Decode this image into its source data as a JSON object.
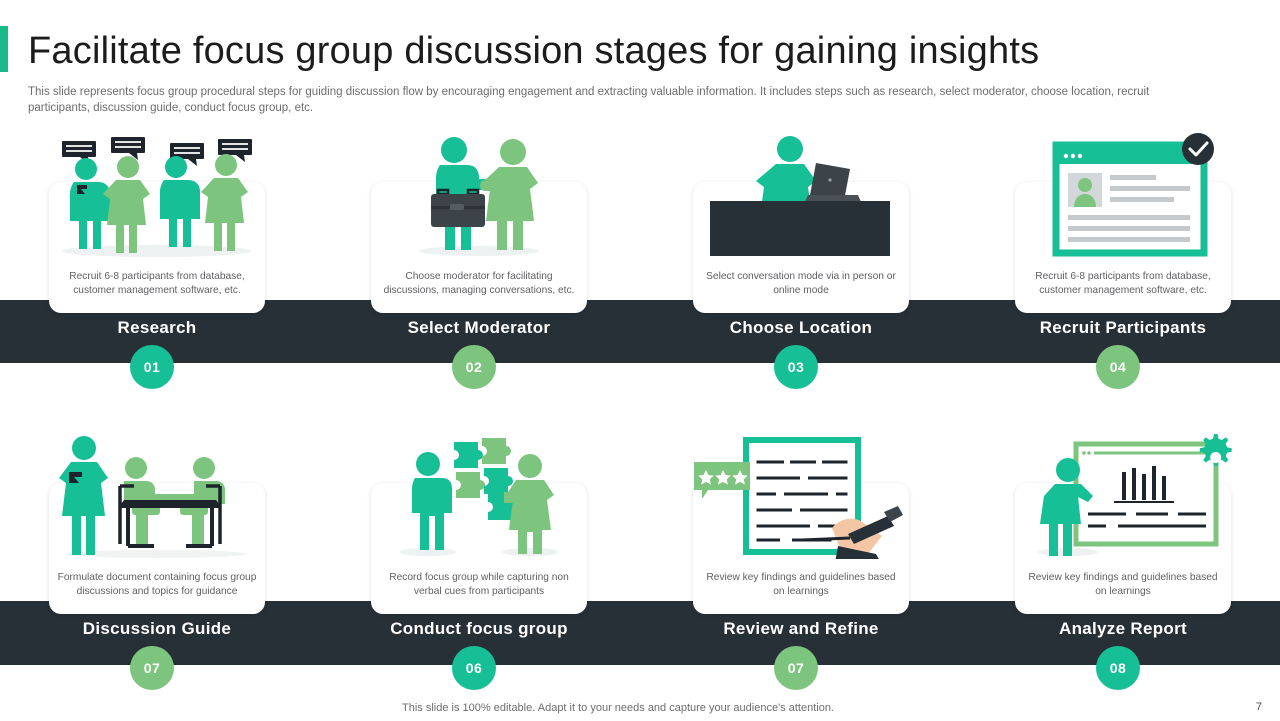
{
  "header": {
    "title": "Facilitate focus group discussion stages for gaining insights",
    "subtitle": "This slide represents focus group procedural steps for guiding discussion flow by encouraging engagement and extracting valuable information. It includes steps such as research, select moderator, choose location, recruit participants, discussion guide, conduct focus group, etc.",
    "accent_color": "#19b98a"
  },
  "theme": {
    "band_color": "#272f37",
    "teal": "#17bf96",
    "light_green": "#7dc47e",
    "dark": "#272f37",
    "body_text": "#5f6063"
  },
  "steps": [
    {
      "number": "01",
      "title": "Research",
      "description": "Recruit 6-8 participants from database, customer management software, etc.",
      "icon": "group-of-people-speaking-icon",
      "badge_color": "#17bf96"
    },
    {
      "number": "02",
      "title": "Select Moderator",
      "description": "Choose moderator for facilitating discussions, managing conversations, etc.",
      "icon": "handshake-briefcase-icon",
      "badge_color": "#7dc47e"
    },
    {
      "number": "03",
      "title": "Choose Location",
      "description": "Select conversation mode via in person or online mode",
      "icon": "person-at-desk-laptop-icon",
      "badge_color": "#17bf96"
    },
    {
      "number": "04",
      "title": "Recruit Participants",
      "description": "Recruit 6-8 participants from database, customer management software, etc.",
      "icon": "profile-browser-window-checkmark-icon",
      "badge_color": "#7dc47e"
    },
    {
      "number": "07",
      "title": "Discussion Guide",
      "description": "Formulate document containing focus group discussions and topics for guidance",
      "icon": "presenter-with-seated-participants-icon",
      "badge_color": "#7dc47e"
    },
    {
      "number": "06",
      "title": "Conduct focus group",
      "description": "Record focus group while capturing non verbal cues from participants",
      "icon": "two-people-puzzle-pieces-icon",
      "badge_color": "#17bf96"
    },
    {
      "number": "07",
      "title": "Review and Refine",
      "description": "Review key findings and guidelines based on learnings",
      "icon": "document-hand-pen-stars-icon",
      "badge_color": "#7dc47e"
    },
    {
      "number": "08",
      "title": "Analyze Report",
      "description": "Review key findings and guidelines based on learnings",
      "icon": "presenter-chart-board-gear-icon",
      "badge_color": "#17bf96"
    }
  ],
  "footer": {
    "note": "This slide is 100% editable. Adapt it to your needs and capture your audience's attention.",
    "page_number": "7"
  }
}
